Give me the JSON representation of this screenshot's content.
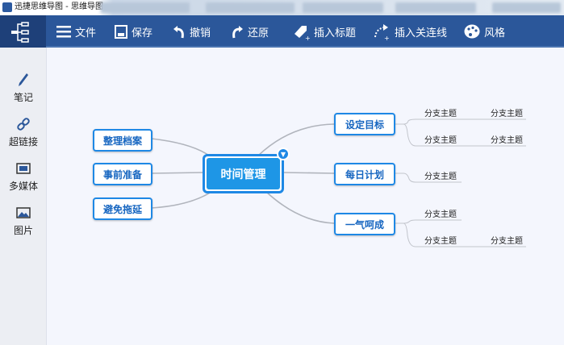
{
  "window": {
    "title": "迅捷思维导图 - 思维导图"
  },
  "toolbar": {
    "items": [
      {
        "icon": "menu-icon",
        "label": "文件"
      },
      {
        "icon": "save-icon",
        "label": "保存"
      },
      {
        "icon": "undo-icon",
        "label": "撤销"
      },
      {
        "icon": "redo-icon",
        "label": "还原"
      },
      {
        "icon": "tag-icon",
        "label": "插入标题"
      },
      {
        "icon": "relation-line-icon",
        "label": "插入关连线"
      },
      {
        "icon": "palette-icon",
        "label": "风格"
      }
    ]
  },
  "sidebar": {
    "items": [
      {
        "icon": "pen-icon",
        "label": "笔记"
      },
      {
        "icon": "link-icon",
        "label": "超链接"
      },
      {
        "icon": "film-icon",
        "label": "多媒体"
      },
      {
        "icon": "image-icon",
        "label": "图片"
      }
    ]
  },
  "mindmap": {
    "central": "时间管理",
    "left": [
      "整理档案",
      "事前准备",
      "避免拖延"
    ],
    "right": [
      {
        "label": "设定目标",
        "children": [
          "分支主题",
          "分支主题",
          "分支主题",
          "分支主题"
        ]
      },
      {
        "label": "每日计划",
        "children": [
          "分支主题"
        ]
      },
      {
        "label": "一气呵成",
        "children": [
          "分支主题",
          "分支主题",
          "分支主题"
        ]
      }
    ]
  },
  "colors": {
    "toolbar": "#2b579a",
    "accent": "#1e88e5"
  }
}
